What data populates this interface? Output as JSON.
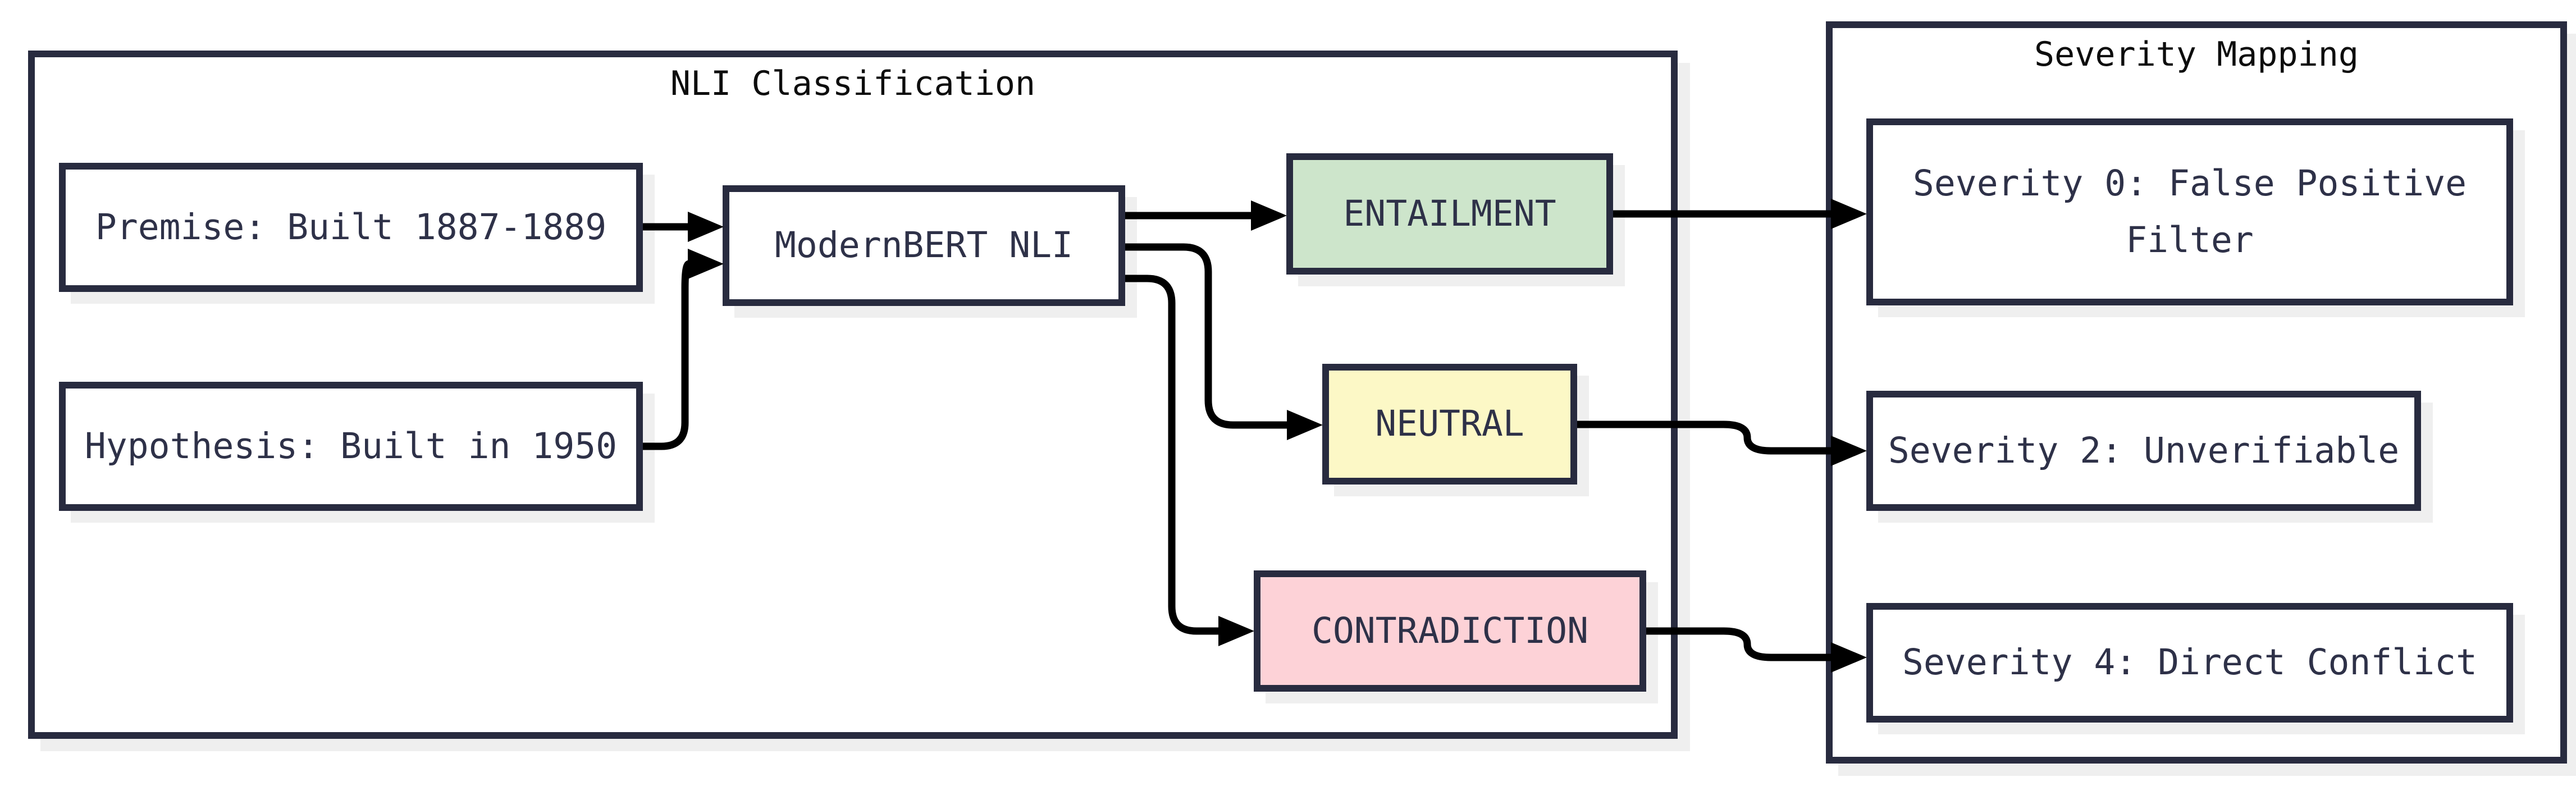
{
  "colors": {
    "background": "#ffffff",
    "container_fill": "#ffffff",
    "stroke": "#282b3f",
    "arrow": "#000000",
    "shadow": "#efefef",
    "node_text": "#2e3148",
    "title_text": "#0d0d0d",
    "entailment_fill": "#cde5cb",
    "neutral_fill": "#fcf8c6",
    "contradiction_fill": "#fdd2d7",
    "plain_fill": "#ffffff"
  },
  "containers": {
    "nli": {
      "title": "NLI Classification"
    },
    "severity": {
      "title": "Severity Mapping"
    }
  },
  "nodes": {
    "premise": {
      "label": "Premise: Built 1887-1889",
      "fill": "#ffffff"
    },
    "hypothesis": {
      "label": "Hypothesis: Built in 1950",
      "fill": "#ffffff"
    },
    "modernbert": {
      "label": "ModernBERT NLI",
      "fill": "#ffffff"
    },
    "entailment": {
      "label": "ENTAILMENT",
      "fill": "#cde5cb"
    },
    "neutral": {
      "label": "NEUTRAL",
      "fill": "#fcf8c6"
    },
    "contradiction": {
      "label": "CONTRADICTION",
      "fill": "#fdd2d7"
    },
    "severity0": {
      "line1": "Severity 0: False Positive",
      "line2": "Filter",
      "fill": "#ffffff"
    },
    "severity2": {
      "label": "Severity 2: Unverifiable",
      "fill": "#ffffff"
    },
    "severity4": {
      "label": "Severity 4: Direct Conflict",
      "fill": "#ffffff"
    }
  },
  "edges": [
    {
      "from": "Premise: Built 1887-1889",
      "to": "ModernBERT NLI"
    },
    {
      "from": "Hypothesis: Built in 1950",
      "to": "ModernBERT NLI"
    },
    {
      "from": "ModernBERT NLI",
      "to": "ENTAILMENT"
    },
    {
      "from": "ModernBERT NLI",
      "to": "NEUTRAL"
    },
    {
      "from": "ModernBERT NLI",
      "to": "CONTRADICTION"
    },
    {
      "from": "ENTAILMENT",
      "to": "Severity 0: False Positive Filter"
    },
    {
      "from": "NEUTRAL",
      "to": "Severity 2: Unverifiable"
    },
    {
      "from": "CONTRADICTION",
      "to": "Severity 4: Direct Conflict"
    }
  ]
}
